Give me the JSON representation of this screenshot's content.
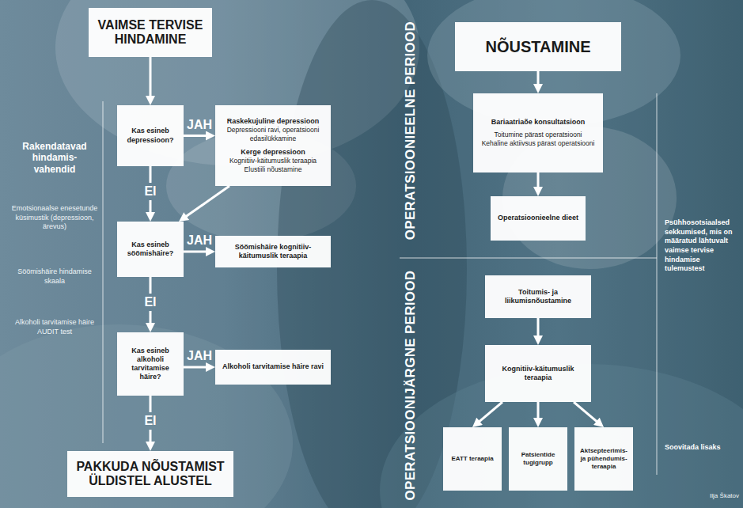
{
  "diagram": {
    "nodes": [
      {
        "text": [
          "VAIMSE TERVISE HINDAMINE"
        ]
      },
      {
        "text": [
          "Kas esineb depressioon?"
        ]
      },
      {
        "text": [
          "Raskekujuline depressioon",
          "Depressiooni ravi, operatsiooni edasilükkamine",
          "Kerge depressioon",
          "Kognitiiv-käitumuslik teraapia",
          "Elustiili nõustamine"
        ]
      },
      {
        "text": [
          "Kas esineb söömishäire?"
        ]
      },
      {
        "text": [
          "Söömishäire kognitiiv- käitumuslik teraapia"
        ]
      },
      {
        "text": [
          "Kas esineb alkoholi tarvitamise häire?"
        ]
      },
      {
        "text": [
          "Alkoholi tarvitamise häire ravi"
        ]
      },
      {
        "text": [
          "PAKKUDA NÕUSTAMIST ÜLDISTEL ALUSTEL"
        ]
      },
      {
        "text": [
          "NÕUSTAMINE"
        ]
      },
      {
        "text": [
          "Bariaatriaõe konsultatsioon",
          "Toitumine pärast operatsiooni",
          "Kehaline aktiivsus pärast operatsiooni"
        ]
      },
      {
        "text": [
          "Operatsioonieelne dieet"
        ]
      },
      {
        "text": [
          "Toitumis- ja liikumisnõustamine"
        ]
      },
      {
        "text": [
          "Kognitiiv-käitumuslik teraapia"
        ]
      },
      {
        "text": [
          "EATT teraapia"
        ]
      },
      {
        "text": [
          "Patsientide tugigrupp"
        ]
      },
      {
        "text": [
          "Aktsepteerimis- ja pühendumis- teraapia"
        ]
      }
    ],
    "edges": [
      {
        "from": 0,
        "to": 1,
        "arrow": "to"
      },
      {
        "from": 1,
        "to": 2,
        "label": "JAH",
        "arrow": "to"
      },
      {
        "from": 2,
        "to": 3,
        "arrow": "to"
      },
      {
        "from": 1,
        "to": 3,
        "label": "EI",
        "arrow": "to"
      },
      {
        "from": 3,
        "to": 4,
        "label": "JAH",
        "arrow": "to"
      },
      {
        "from": 3,
        "to": 5,
        "label": "EI",
        "arrow": "to"
      },
      {
        "from": 5,
        "to": 6,
        "label": "JAH",
        "arrow": "to"
      },
      {
        "from": 5,
        "to": 7,
        "label": "EI",
        "arrow": "to"
      },
      {
        "from": 8,
        "to": 9,
        "arrow": "to"
      },
      {
        "from": 9,
        "to": 10,
        "arrow": "to"
      },
      {
        "from": 11,
        "to": 12,
        "arrow": "to"
      },
      {
        "from": 12,
        "to": 13,
        "arrow": "to"
      },
      {
        "from": 12,
        "to": 14,
        "arrow": "to"
      },
      {
        "from": 12,
        "to": 15,
        "arrow": "to"
      }
    ],
    "labels": [
      "Rakendatavad hindamis- vahendid",
      "Emotsionaalse enesetunde küsimustik (depressioon, ärevus)",
      "Söömishäire hindamise skaala",
      "Alkoholi tarvitamise häire AUDIT test",
      "OPERATSIOONIEELNE PERIOOD",
      "OPERATSIOONIJÄRGNE PERIOOD",
      "Psühhosotsiaalsed sekkumised, mis on määratud lähtuvalt vaimse tervise hindamise tulemustest",
      "Soovitada lisaks",
      "Ilja Škatov"
    ]
  }
}
